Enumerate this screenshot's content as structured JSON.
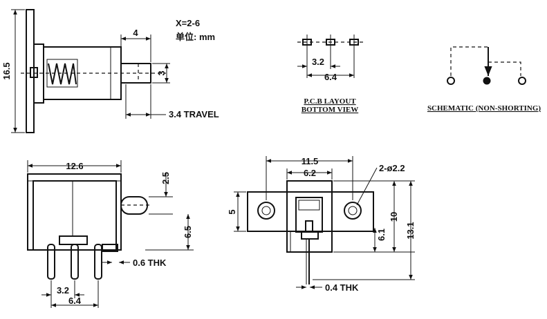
{
  "header": {
    "variant": "X=2-6",
    "unit": "单位: mm"
  },
  "side_view": {
    "height": "16.5",
    "plunger_len": "4",
    "plunger_dia": "3",
    "travel": "3.4 TRAVEL"
  },
  "pcb": {
    "pitch": "3.2",
    "span": "6.4",
    "title": "P.C.B LAYOUT",
    "subtitle": "BOTTOM VIEW"
  },
  "schematic": {
    "title": "SCHEMATIC (NON-SHORTING)"
  },
  "front_view": {
    "width": "12.6",
    "knob_w": "2.5",
    "body_h": "6.5",
    "thk": "0.6 THK",
    "pin_pitch": "3.2",
    "pin_span": "6.4"
  },
  "end_view": {
    "hole_span": "11.5",
    "inner_w": "6.2",
    "holes": "2-ø2.2",
    "flange_h": "5",
    "inner_h": "6.1",
    "body_h": "10",
    "total_h": "13.1",
    "thk": "0.4 THK"
  }
}
